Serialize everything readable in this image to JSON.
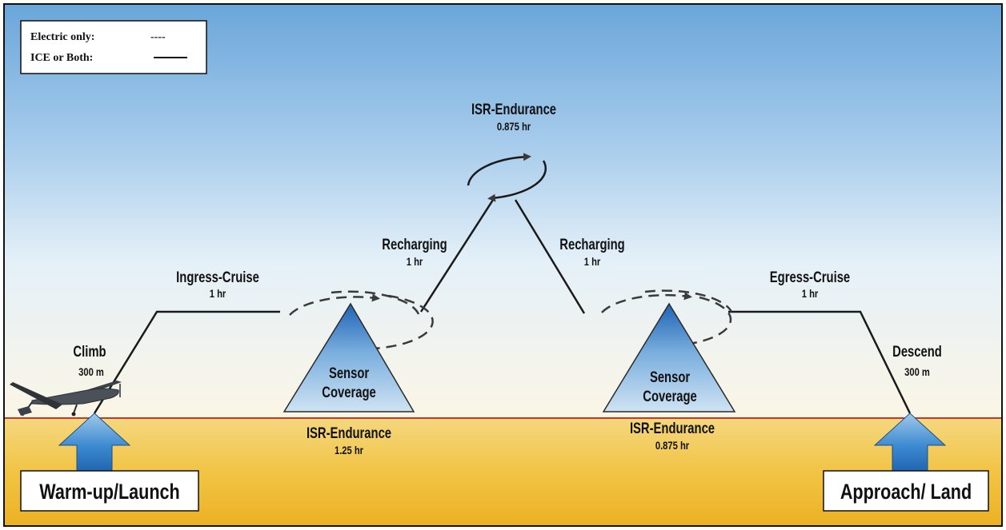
{
  "legend": {
    "electric_label": "Electric only:",
    "electric_symbol": "----",
    "ice_label": "ICE or Both:"
  },
  "segments": {
    "isr_top": {
      "title": "ISR-Endurance",
      "sub": "0.875 hr"
    },
    "recharging_left": {
      "title": "Recharging",
      "sub": "1 hr"
    },
    "recharging_right": {
      "title": "Recharging",
      "sub": "1 hr"
    },
    "ingress": {
      "title": "Ingress-Cruise",
      "sub": "1 hr"
    },
    "egress": {
      "title": "Egress-Cruise",
      "sub": "1 hr"
    },
    "climb": {
      "title": "Climb",
      "sub": "300 m"
    },
    "descend": {
      "title": "Descend",
      "sub": "300 m"
    },
    "isr_left": {
      "title": "ISR-Endurance",
      "sub": "1.25 hr"
    },
    "isr_right": {
      "title": "ISR-Endurance",
      "sub": "0.875 hr"
    }
  },
  "sensor_left": {
    "line1": "Sensor",
    "line2": "Coverage"
  },
  "sensor_right": {
    "line1": "Sensor",
    "line2": "Coverage"
  },
  "phases": {
    "launch": "Warm-up/Launch",
    "land": "Approach/ Land"
  },
  "colors": {
    "sky_top": "#6ea8dc",
    "ground": "#f2c24a",
    "horizon": "#c0392b",
    "arrow_blue": "#2f7fc4"
  }
}
